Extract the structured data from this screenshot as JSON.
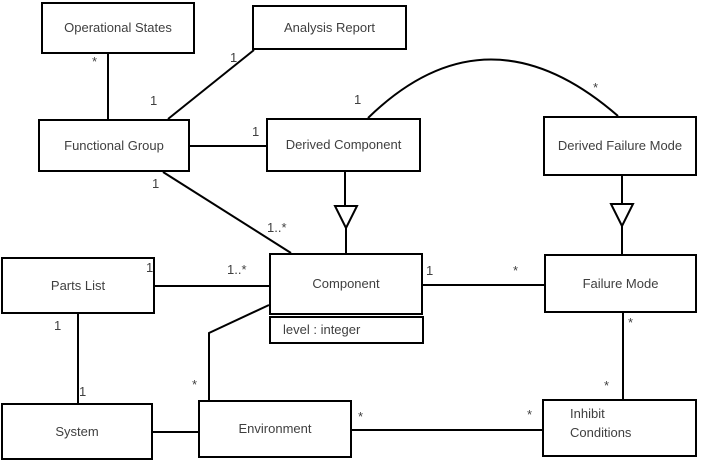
{
  "diagram_type": "uml-class-diagram",
  "colors": {
    "background": "#ffffff",
    "line": "#000000",
    "text": "#3f3f3f"
  },
  "nodes": {
    "operational_states": {
      "label": "Operational States"
    },
    "analysis_report": {
      "label": "Analysis Report"
    },
    "functional_group": {
      "label": "Functional Group"
    },
    "derived_component": {
      "label": "Derived Component"
    },
    "derived_failure_mode": {
      "label": "Derived Failure Mode"
    },
    "parts_list": {
      "label": "Parts List"
    },
    "component": {
      "label": "Component",
      "attribute": "level : integer"
    },
    "failure_mode": {
      "label": "Failure Mode"
    },
    "system": {
      "label": "System"
    },
    "environment": {
      "label": "Environment"
    },
    "inhibit_conditions": {
      "label": "Inhibit Conditions"
    }
  },
  "multiplicities": [
    {
      "id": "os-end-star",
      "text": "*"
    },
    {
      "id": "fg-end-ar-one",
      "text": "1"
    },
    {
      "id": "ar-end-one",
      "text": "1"
    },
    {
      "id": "dc-end-fg-one",
      "text": "1"
    },
    {
      "id": "arc-dc-end-one",
      "text": "1"
    },
    {
      "id": "arc-dfm-end-star",
      "text": "*"
    },
    {
      "id": "fg-end-comp-one",
      "text": "1"
    },
    {
      "id": "comp-end-fg-many",
      "text": "1..*"
    },
    {
      "id": "pl-end-comp-one",
      "text": "1"
    },
    {
      "id": "comp-end-pl-many",
      "text": "1..*"
    },
    {
      "id": "comp-end-fm-one",
      "text": "1"
    },
    {
      "id": "fm-end-comp-star",
      "text": "*"
    },
    {
      "id": "pl-end-sys-one",
      "text": "1"
    },
    {
      "id": "sys-end-pl-one",
      "text": "1"
    },
    {
      "id": "env-end-comp-star",
      "text": "*"
    },
    {
      "id": "env-end-ic-star",
      "text": "*"
    },
    {
      "id": "ic-end-env-star",
      "text": "*"
    },
    {
      "id": "fm-end-ic-star",
      "text": "*"
    },
    {
      "id": "ic-end-fm-star",
      "text": "*"
    }
  ],
  "associations": [
    {
      "from": "Operational States",
      "to": "Functional Group",
      "from_label": "*"
    },
    {
      "from": "Analysis Report",
      "to": "Functional Group",
      "from_label": "1",
      "to_label": "1"
    },
    {
      "from": "Functional Group",
      "to": "Derived Component",
      "to_label": "1"
    },
    {
      "from": "Derived Component",
      "to": "Derived Failure Mode",
      "from_label": "1",
      "to_label": "*",
      "shape": "arc"
    },
    {
      "from": "Functional Group",
      "to": "Component",
      "from_label": "1",
      "to_label": "1..*"
    },
    {
      "from": "Parts List",
      "to": "Component",
      "from_label": "1",
      "to_label": "1..*"
    },
    {
      "from": "Parts List",
      "to": "System",
      "from_label": "1",
      "to_label": "1"
    },
    {
      "from": "System",
      "to": "Environment"
    },
    {
      "from": "Environment",
      "to": "Component",
      "from_label": "*"
    },
    {
      "from": "Environment",
      "to": "Inhibit Conditions",
      "from_label": "*",
      "to_label": "*"
    },
    {
      "from": "Component",
      "to": "Failure Mode",
      "from_label": "1",
      "to_label": "*"
    },
    {
      "from": "Failure Mode",
      "to": "Inhibit Conditions",
      "from_label": "*",
      "to_label": "*"
    },
    {
      "from": "Derived Component",
      "to": "Component",
      "type": "generalization"
    },
    {
      "from": "Derived Failure Mode",
      "to": "Failure Mode",
      "type": "generalization"
    }
  ]
}
